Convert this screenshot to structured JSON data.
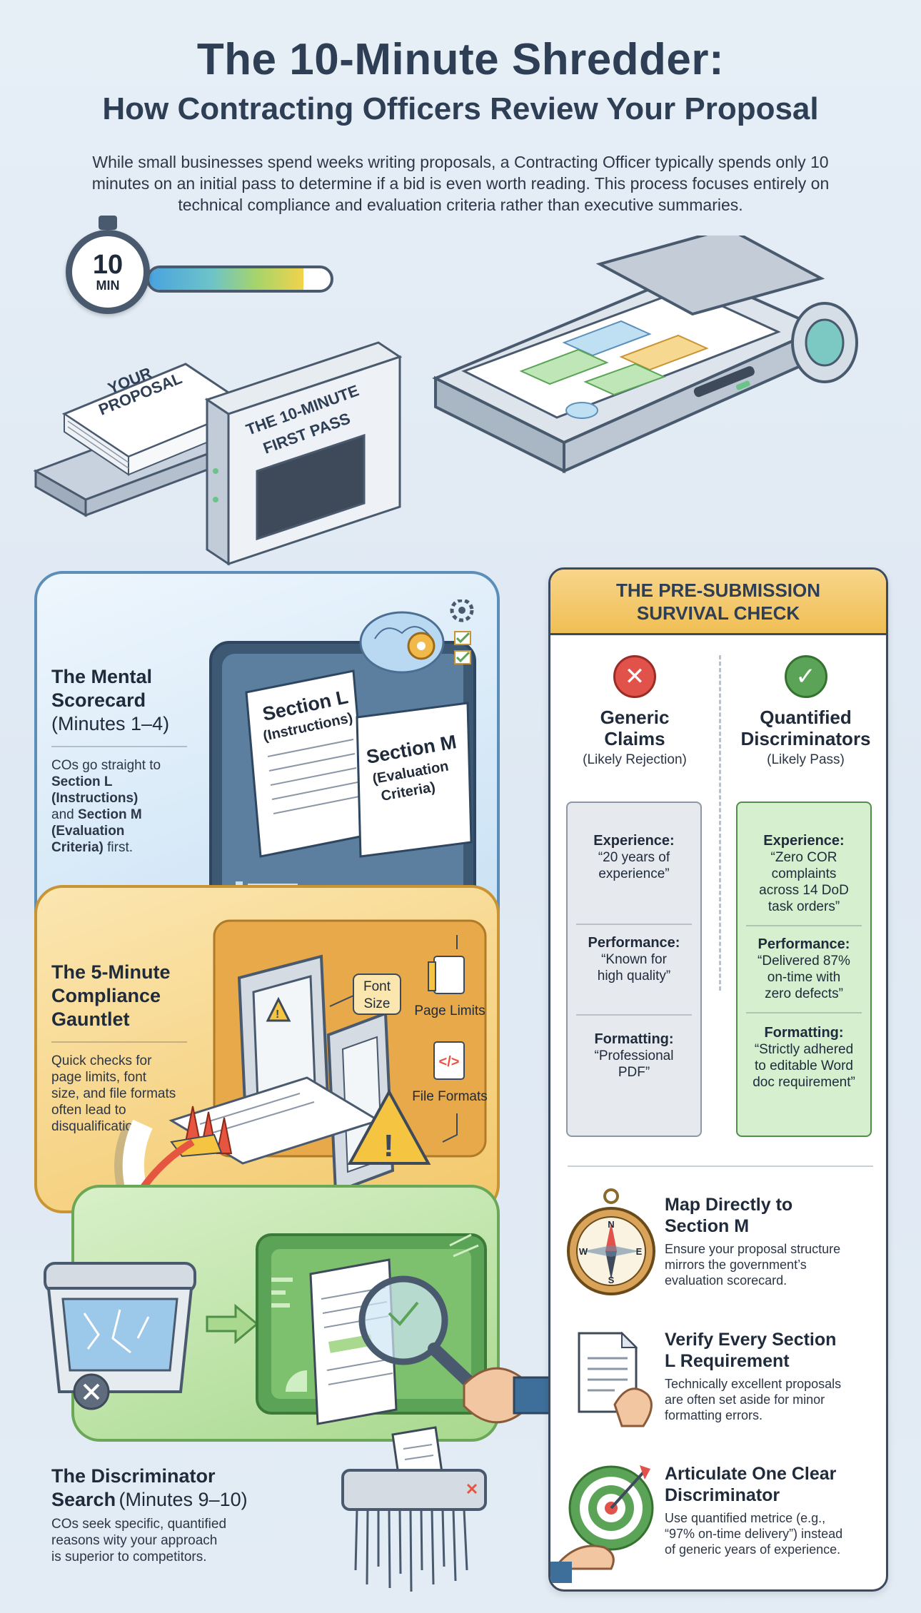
{
  "header": {
    "title": "The 10-Minute Shredder:",
    "subtitle": "How Contracting Officers Review Your Proposal",
    "intro": "While small businesses spend weeks writing proposals, a Contracting Officer typically spends only 10 minutes on an initial pass to determine if a bid is even worth reading. This process focuses entirely on technical compliance and evaluation criteria rather than executive summaries."
  },
  "timer": {
    "value": "10",
    "unit": "MIN",
    "progress_fraction": 0.85
  },
  "illustration": {
    "proposal_label_1": "YOUR",
    "proposal_label_2": "PROPOSAL",
    "scanner_label_1": "THE 10-MINUTE",
    "scanner_label_2": "FIRST PASS"
  },
  "mental_scorecard": {
    "title_1": "The Mental",
    "title_2": "Scorecard",
    "subtitle": "(Minutes 1–4)",
    "text_1": "COs go straight to",
    "text_2": "Section L",
    "text_3": "(Instructions)",
    "text_4": "and",
    "text_5": "Section M",
    "text_6": "(Evaluation",
    "text_7": "Criteria)",
    "text_8": "first.",
    "doc_l_title": "Section L",
    "doc_l_sub": "(Instructions)",
    "doc_m_title": "Section M",
    "doc_m_sub_1": "(Evaluation",
    "doc_m_sub_2": "Criteria)"
  },
  "compliance": {
    "title_1": "The 5-Minute",
    "title_2": "Compliance",
    "title_3": "Gauntlet",
    "text_1": "Quick checks for",
    "text_2": "page limits, font",
    "text_3": "size, and file formats",
    "text_4": "often lead to",
    "text_5": "disqualification.",
    "tag_font_1": "Font",
    "tag_font_2": "Size",
    "tag_pages": "Page Limits",
    "tag_files": "File Formats"
  },
  "discriminator": {
    "title_1": "The Discriminator",
    "title_2": "Search",
    "subtitle": "(Minutes 9–10)",
    "text_1": "COs seek specific, quantified",
    "text_2": "reasons wity your approach",
    "text_3": "is superior to competitors."
  },
  "panel": {
    "title_1": "THE PRE-SUBMISSION",
    "title_2": "SURVIVAL CHECK",
    "left": {
      "title_1": "Generic",
      "title_2": "Claims",
      "sub": "(Likely Rejection)",
      "items": [
        {
          "label": "Experience:",
          "lines": [
            "“20 years of",
            "experience”"
          ]
        },
        {
          "label": "Performance:",
          "lines": [
            "“Known for",
            "high quality”"
          ]
        },
        {
          "label": "Formatting:",
          "lines": [
            "“Professional",
            "PDF”"
          ]
        }
      ]
    },
    "right": {
      "title_1": "Quantified",
      "title_2": "Discriminators",
      "sub": "(Likely Pass)",
      "items": [
        {
          "label": "Experience:",
          "lines": [
            "“Zero COR",
            "complaints",
            "across 14 DoD",
            "task orders”"
          ]
        },
        {
          "label": "Performance:",
          "lines": [
            "“Delivered 87%",
            "on-time with",
            "zero defects”"
          ]
        },
        {
          "label": "Formatting:",
          "lines": [
            "“Strictly adhered",
            "to editable Word",
            "doc requirement”"
          ]
        }
      ]
    },
    "tips": [
      {
        "title_1": "Map Directly to",
        "title_2": "Section M",
        "text": [
          "Ensure your proposal structure",
          "mirrors the government’s",
          "evaluation scorecard."
        ]
      },
      {
        "title_1": "Verify Every Section",
        "title_2": "L Requirement",
        "text": [
          "Technically excellent proposals",
          "are often set aside for minor",
          "formatting errors."
        ]
      },
      {
        "title_1": "Articulate One Clear",
        "title_2": "Discriminator",
        "text": [
          "Use quantified metrice (e.g.,",
          "“97% on-time delivery”) instead",
          "of generic years of experience."
        ]
      }
    ],
    "compass_n": "N",
    "compass_e": "E",
    "compass_s": "S",
    "compass_w": "W"
  }
}
